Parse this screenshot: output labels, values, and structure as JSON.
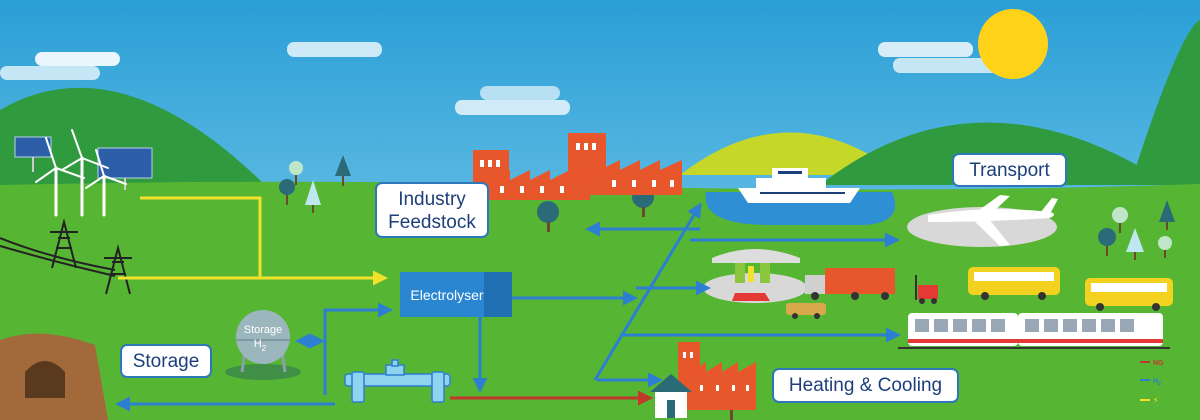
{
  "labels": {
    "industry": "Industry\nFeedstock",
    "transport": "Transport",
    "storage": "Storage",
    "heating": "Heating & Cooling",
    "electrolyser": "Electrolyser",
    "storage_tank": "Storage",
    "storage_tank_formula": "H",
    "storage_tank_sub": "2"
  },
  "legend": {
    "ng_label": "NG",
    "h2_label": "H",
    "h2_sub": "2",
    "power_label": "⚡"
  },
  "colors": {
    "sky": "#2fa6d9",
    "grass": "#56b533",
    "hill_green": "#2f9a3e",
    "hill_yellow": "#c5d82a",
    "water": "#2f8fd4",
    "power_line": "#f3e22c",
    "hydrogen_pipe": "#2d7fd1",
    "natural_gas_pipe": "#c0392b",
    "factory": "#e8562b",
    "electrolyser": "#2a86d1",
    "label_border": "#2d78b8",
    "label_text": "#1d3f7a",
    "sun": "#ffd21a"
  },
  "icons": {
    "sun": "sun-icon",
    "wind": "wind-turbine-icon",
    "solar": "solar-panel-icon",
    "pylon": "power-pylon-icon",
    "factory": "factory-icon",
    "ship": "ship-icon",
    "plane": "airplane-icon",
    "truck": "truck-icon",
    "bus": "bus-icon",
    "train": "train-icon",
    "house": "house-icon",
    "cave": "underground-cave-icon",
    "station": "fuel-station-icon",
    "forklift": "forklift-icon",
    "tank": "storage-tank-icon",
    "pipe": "gas-pipeline-icon"
  }
}
